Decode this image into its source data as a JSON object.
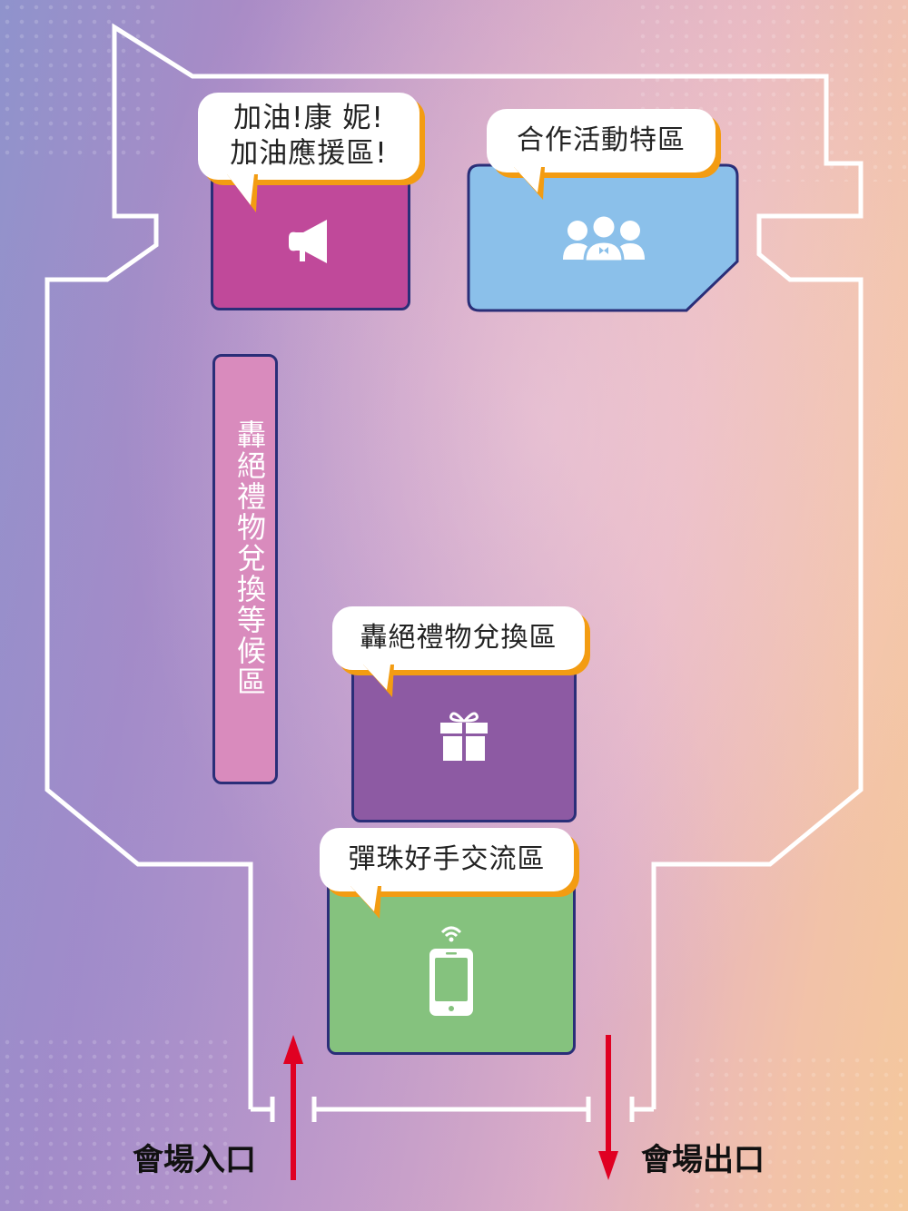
{
  "colors": {
    "outline": "#ffffff",
    "zone_border": "#2a2e78",
    "bubble_shadow": "#f39c12",
    "arrow": "#e00022",
    "zone_cheer": "#c0499a",
    "zone_collab": "#8bc0ea",
    "zone_queue": "#d98bbd",
    "zone_gift": "#8d5aa3",
    "zone_player": "#85c27e"
  },
  "zones": {
    "cheer": {
      "icon": "megaphone-icon",
      "label": "加油!康 妮!\n加油應援區!"
    },
    "collab": {
      "icon": "people-icon",
      "label": "合作活動特區"
    },
    "queue": {
      "label": "轟絕禮物兌換等候區"
    },
    "gift": {
      "icon": "gift-icon",
      "label": "轟絕禮物兌換區"
    },
    "player": {
      "icon": "smartphone-wifi-icon",
      "label": "彈珠好手交流區"
    }
  },
  "exits": {
    "entrance_label": "會場入口",
    "exit_label": "會場出口"
  }
}
